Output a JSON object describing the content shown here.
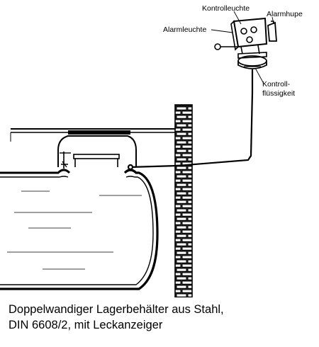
{
  "labels": {
    "kontrollleuchte": "Kontrolleuchte",
    "alarmhupe": "Alarmhupe",
    "alarmleuchte": "Alarmleuchte",
    "kontrollfluessigkeit_line1": "Kontroll-",
    "kontrollfluessigkeit_line2": "flüssigkeit"
  },
  "caption": {
    "line1": "Doppelwandiger Lagerbehälter aus Stahl,",
    "line2": "DIN 6608/2, mit Leckanzeiger"
  }
}
